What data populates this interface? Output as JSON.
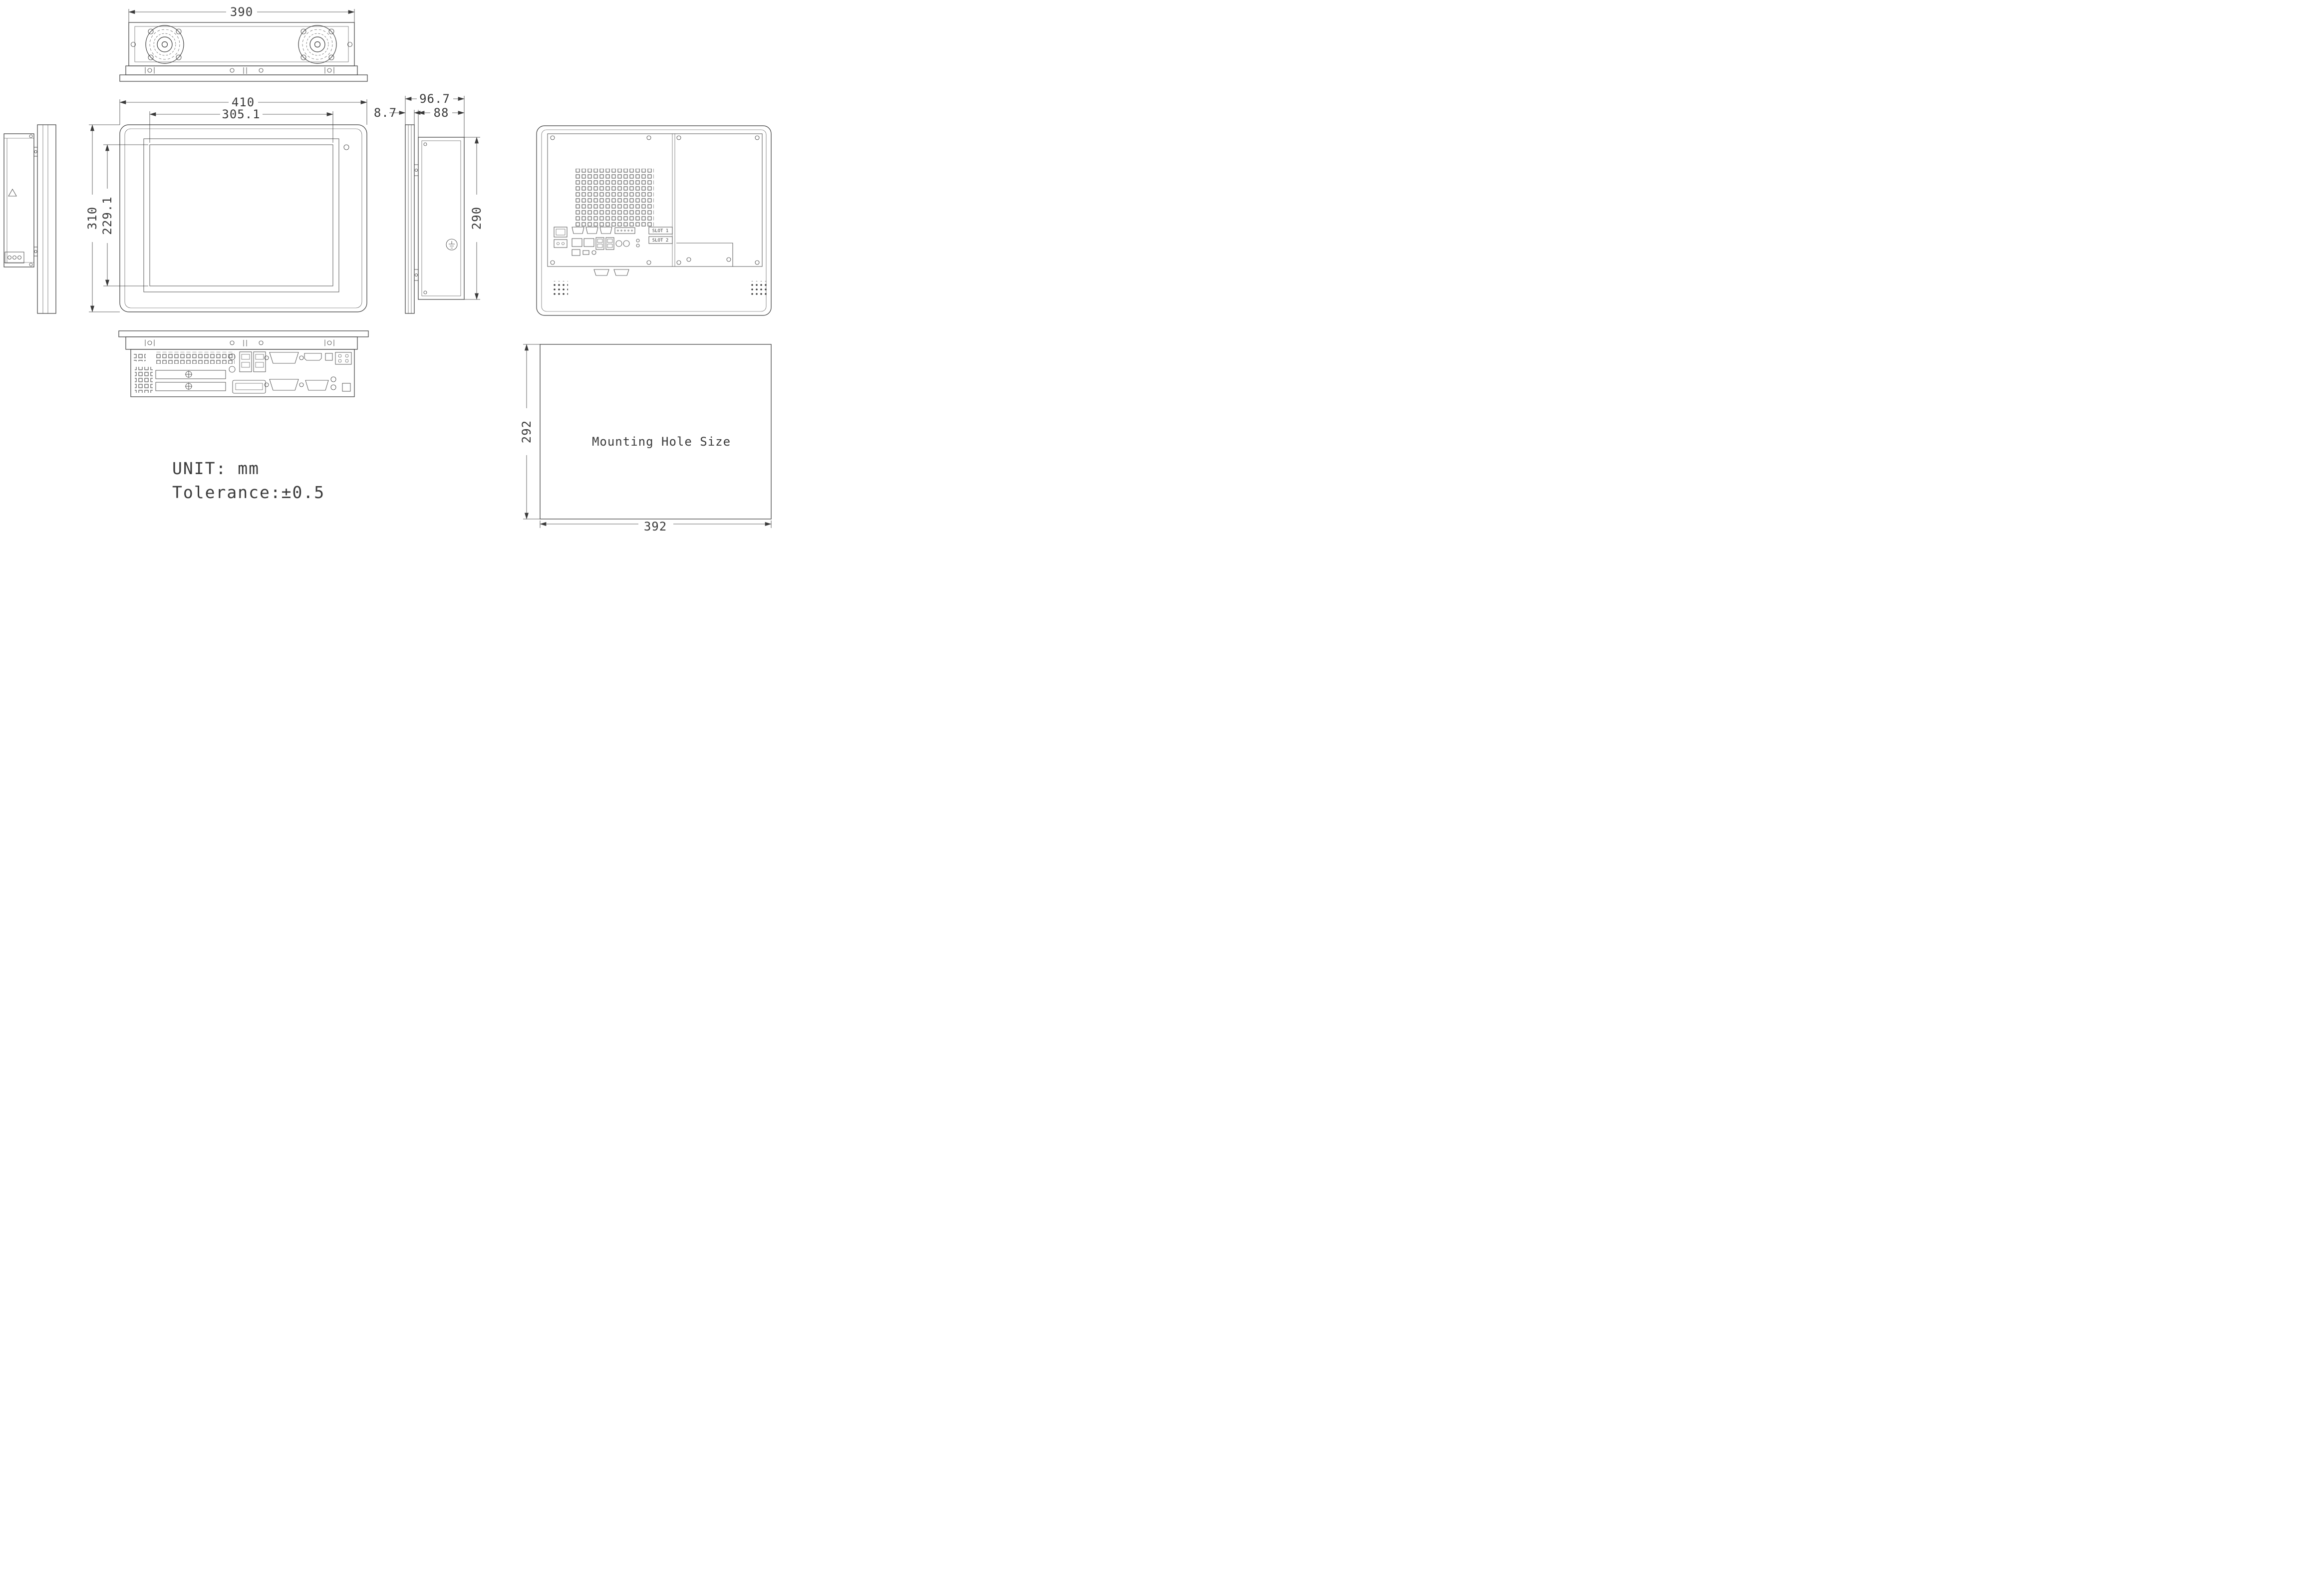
{
  "background": "#ffffff",
  "line_color": "#3a3a3a",
  "notes": {
    "unit": "UNIT: mm",
    "tolerance": "Tolerance:±0.5"
  },
  "dimensions": {
    "top_width": "390",
    "front_width": "410",
    "display_width": "305.1",
    "front_height": "310",
    "display_height": "229.1",
    "bezel_depth": "8.7",
    "total_depth": "96.7",
    "chassis_depth": "88",
    "chassis_height": "290",
    "mount_hole_height": "292",
    "mount_hole_width": "392"
  },
  "mounting": {
    "label": "Mounting Hole Size"
  },
  "rear": {
    "slot1": "SLOT 1",
    "slot2": "SLOT 2"
  }
}
